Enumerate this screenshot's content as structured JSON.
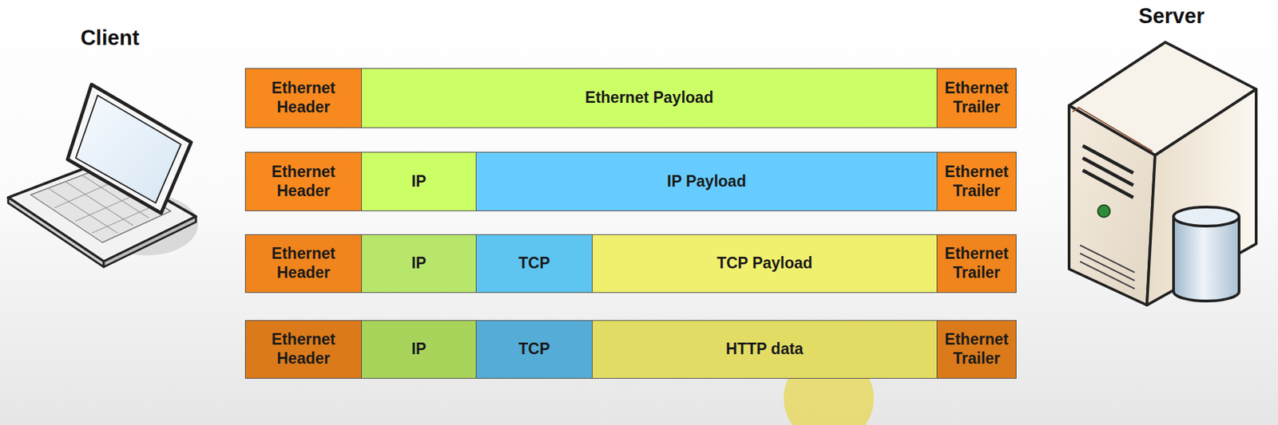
{
  "diagram": {
    "nodes": [
      {
        "text": [
          "Ethernet Header"
        ]
      },
      {
        "text": [
          "Ethernet Payload"
        ]
      },
      {
        "text": [
          "Ethernet Trailer"
        ]
      },
      {
        "text": [
          "Ethernet Header"
        ]
      },
      {
        "text": [
          "IP"
        ]
      },
      {
        "text": [
          "IP Payload"
        ]
      },
      {
        "text": [
          "Ethernet Trailer"
        ]
      },
      {
        "text": [
          "Ethernet Header"
        ]
      },
      {
        "text": [
          "IP"
        ]
      },
      {
        "text": [
          "TCP"
        ]
      },
      {
        "text": [
          "TCP Payload"
        ]
      },
      {
        "text": [
          "Ethernet Trailer"
        ]
      },
      {
        "text": [
          "Ethernet Header"
        ]
      },
      {
        "text": [
          "IP"
        ]
      },
      {
        "text": [
          "TCP"
        ]
      },
      {
        "text": [
          "HTTP data"
        ]
      },
      {
        "text": [
          "Ethernet Trailer"
        ]
      }
    ],
    "labels": [
      "Client",
      "Server"
    ]
  }
}
